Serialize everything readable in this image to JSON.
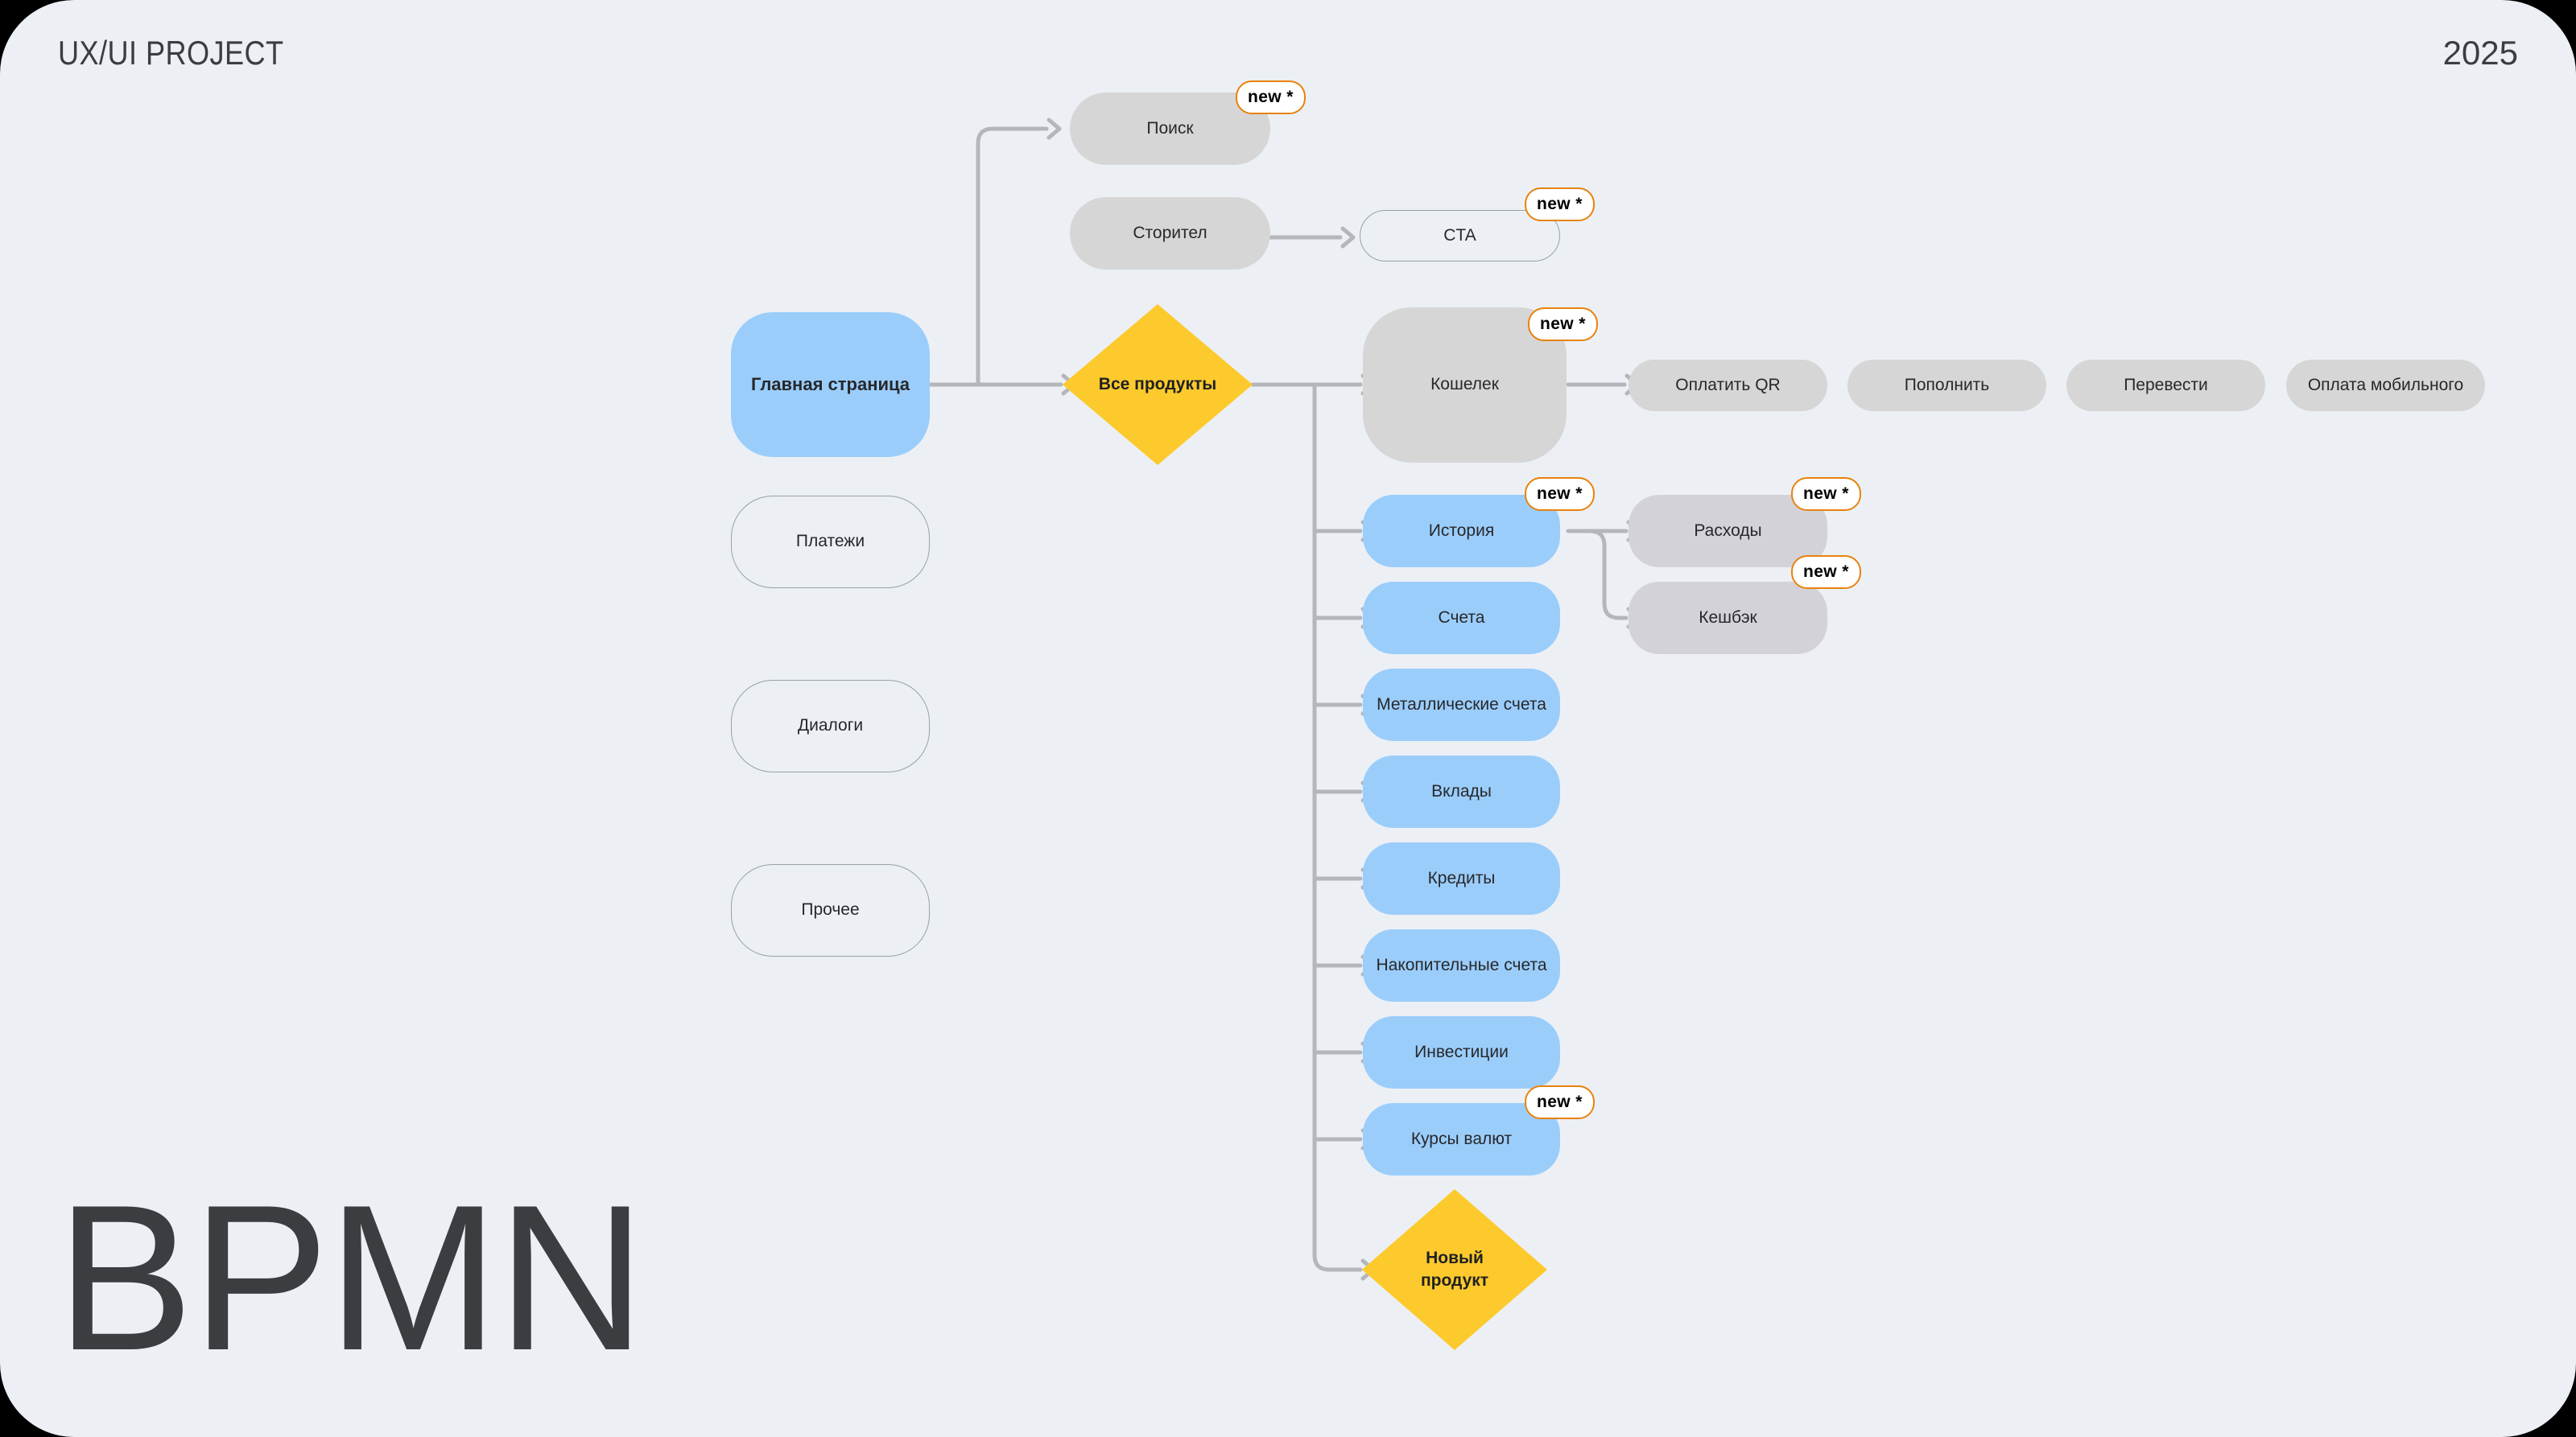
{
  "header": {
    "title": "UX/UI PROJECT",
    "year": "2025"
  },
  "footer": {
    "title": "BPMN"
  },
  "badge_label": "new *",
  "nodes": {
    "home": {
      "label": "Главная страница"
    },
    "payments": {
      "label": "Платежи"
    },
    "dialogs": {
      "label": "Диалоги"
    },
    "other": {
      "label": "Прочее"
    },
    "search": {
      "label": "Поиск"
    },
    "storytel": {
      "label": "Сторител"
    },
    "cta": {
      "label": "CTA"
    },
    "all_products": {
      "label": "Все продукты"
    },
    "wallet": {
      "label": "Кошелек"
    },
    "pay_qr": {
      "label": "Оплатить  QR"
    },
    "topup": {
      "label": "Пополнить"
    },
    "transfer": {
      "label": "Перевести"
    },
    "mobile_pay": {
      "label": "Оплата мобильного"
    },
    "history": {
      "label": "История"
    },
    "expenses": {
      "label": "Расходы"
    },
    "cashback": {
      "label": "Кешбэк"
    },
    "accounts": {
      "label": "Счета"
    },
    "metal": {
      "label": "Металлические счета"
    },
    "deposits": {
      "label": "Вклады"
    },
    "credits": {
      "label": "Кредиты"
    },
    "savings": {
      "label": "Накопительные счета"
    },
    "investments": {
      "label": "Инвестиции"
    },
    "fx_rates": {
      "label": "Курсы валют"
    },
    "new_product": {
      "label": "Новый\nпродукт"
    }
  },
  "colors": {
    "canvas_bg": "#ECF0F5",
    "blue": "#9BCDFB",
    "yellow": "#FCCA2C",
    "gray": "#D6D6D6",
    "gray_purple": "#D3D2D9",
    "outline": "#9AA0A6",
    "badge_border": "#E8820C",
    "connector": "#B4B6B9",
    "text": "#26282B"
  }
}
